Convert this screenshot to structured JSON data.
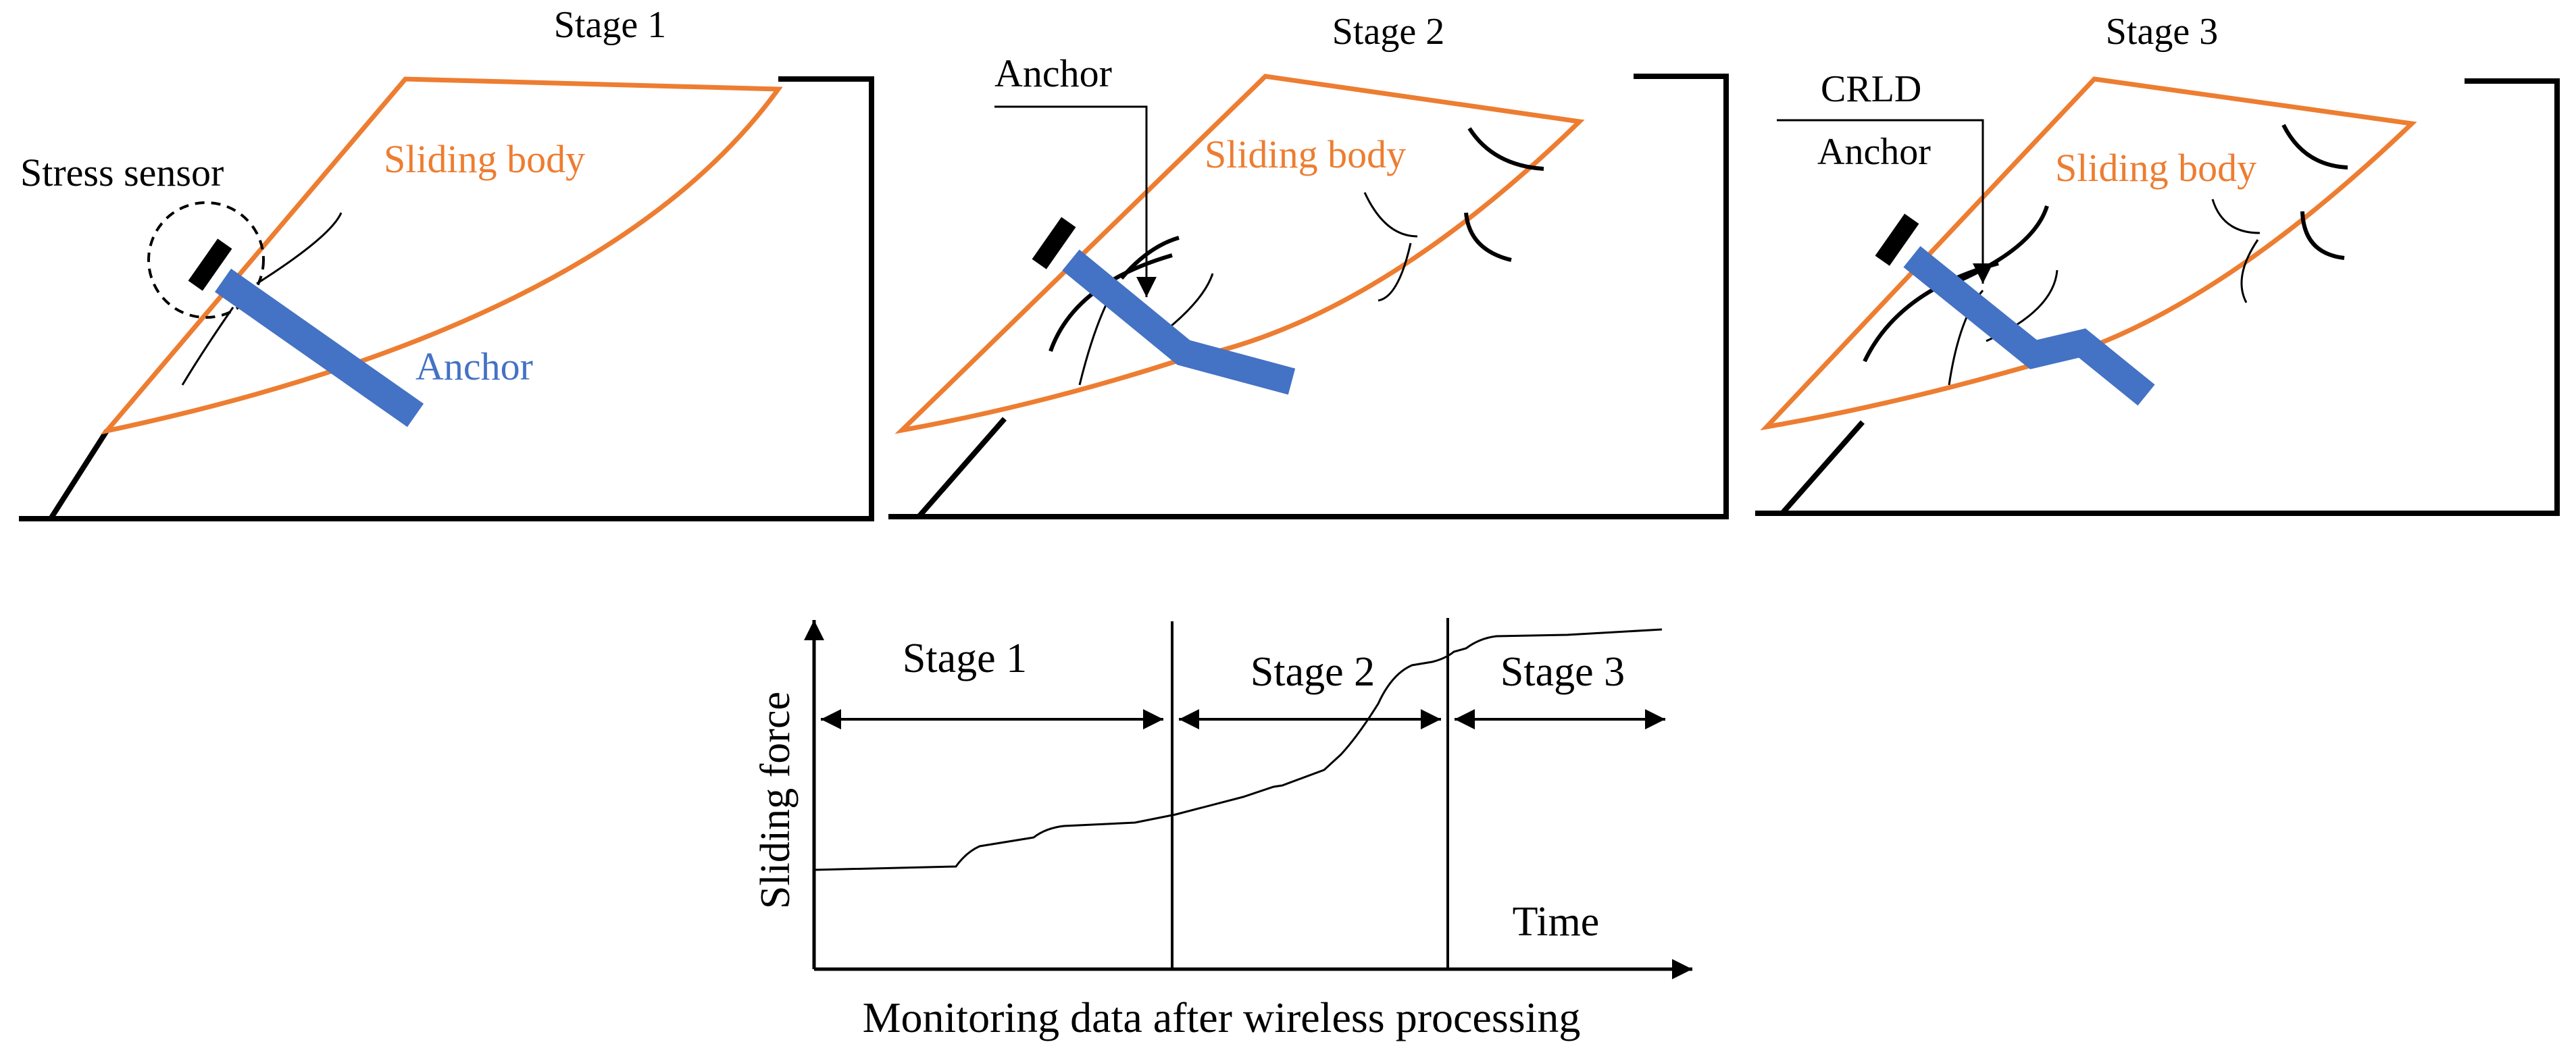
{
  "colors": {
    "slide_outline": "#ED7D31",
    "anchor": "#4472C4",
    "ink": "#000000",
    "background": "#FFFFFF"
  },
  "panels": [
    {
      "title": "Stage 1",
      "body_label": "Sliding body",
      "anchor_label": "Anchor",
      "sensor_label": "Stress sensor"
    },
    {
      "title": "Stage 2",
      "body_label": "Sliding body",
      "anchor_label": "Anchor"
    },
    {
      "title": "Stage 3",
      "body_label": "Sliding body",
      "device_label": "CRLD",
      "anchor_label": "Anchor"
    }
  ],
  "graph": {
    "ylabel": "Sliding force",
    "xlabel": "Time",
    "caption": "Monitoring data after wireless processing",
    "stages": [
      "Stage 1",
      "Stage 2",
      "Stage 3"
    ]
  }
}
